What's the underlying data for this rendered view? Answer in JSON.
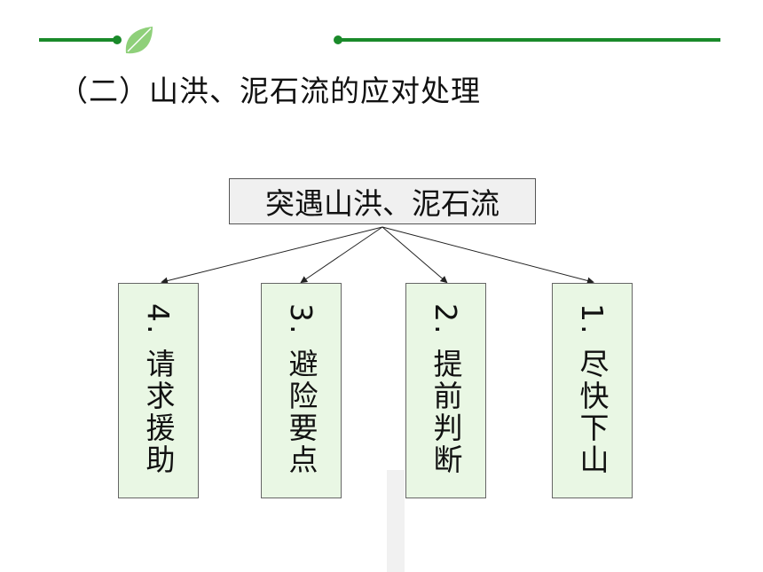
{
  "header": {
    "title": "（二）山洪、泥石流的应对处理",
    "accent_color": "#1a8a2a",
    "leaf_icon": "leaf-icon"
  },
  "diagram": {
    "root": {
      "label": "突遇山洪、泥石流"
    },
    "children": [
      {
        "label": "4. 请求援助"
      },
      {
        "label": "3. 避险要点"
      },
      {
        "label": "2. 提前判断"
      },
      {
        "label": "1. 尽快下山"
      }
    ],
    "card_fill": "#e9f7e4",
    "root_fill": "#f0f0f0"
  }
}
